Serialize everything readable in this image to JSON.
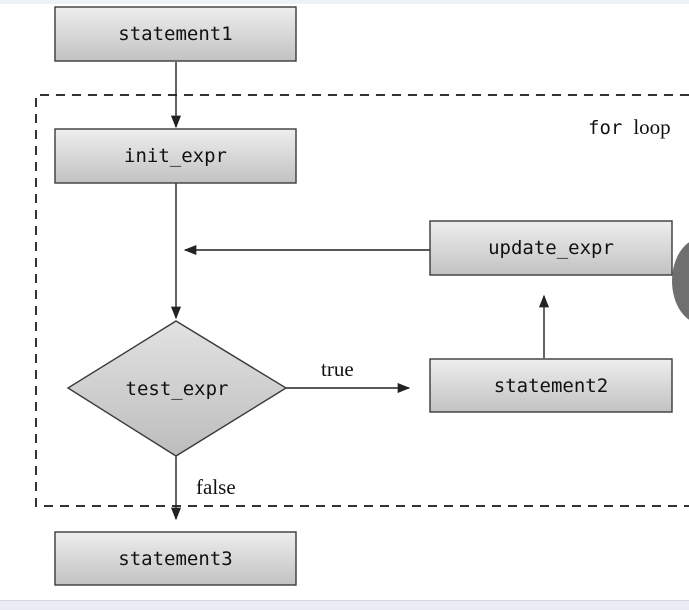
{
  "colors": {
    "box_fill_top": "#ededed",
    "box_fill_bottom": "#c4c4c4",
    "stroke": "#3a3a3a",
    "text": "#111111"
  },
  "nodes": {
    "statement1": "statement1",
    "init_expr": "init_expr",
    "update_expr": "update_expr",
    "test_expr": "test_expr",
    "statement2": "statement2",
    "statement3": "statement3"
  },
  "loop": {
    "keyword": "for",
    "word": "loop"
  },
  "edges": {
    "true_label": "true",
    "false_label": "false"
  }
}
